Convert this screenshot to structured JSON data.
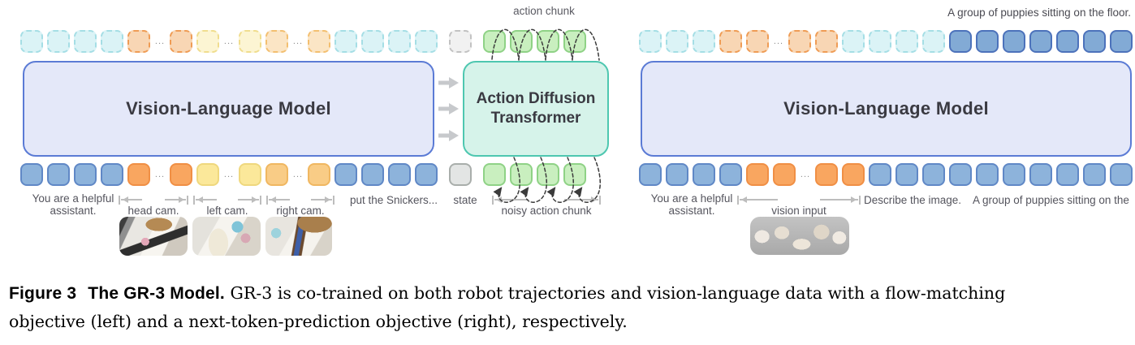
{
  "colors": {
    "vlm_fill": "#E4E8F9",
    "vlm_border": "#5B7BD5",
    "adt_fill": "#D6F3EA",
    "adt_border": "#4EC7B0",
    "token_blue": "#8DB3DB",
    "token_blue_pred": "#82AAD5",
    "token_orange": "#F9A660",
    "token_yellow": "#FBE89A",
    "token_peach": "#F9CC86",
    "token_green": "#C9EFBF",
    "token_gray": "#E3E5E4",
    "arrow_gray": "#C7C9CC",
    "loop_dash": "#3B3B3B"
  },
  "left": {
    "vlm_label": "Vision-Language Model",
    "top_tokens": [
      "c-d",
      "c-d",
      "c-d",
      "c-d",
      "o-d",
      "dots",
      "o-d",
      "y-d",
      "dots",
      "y-d",
      "p-d",
      "dots",
      "p-d",
      "c-d",
      "c-d",
      "c-d",
      "c-d"
    ],
    "bottom_tokens": [
      "b",
      "b",
      "b",
      "b",
      "o",
      "dots",
      "o",
      "y",
      "dots",
      "y",
      "p",
      "dots",
      "p",
      "b",
      "b",
      "b",
      "b"
    ],
    "labels": {
      "assistant": "You are a helpful assistant.",
      "head_cam": "head cam.",
      "left_cam": "left cam.",
      "right_cam": "right cam.",
      "instruction": "put the Snickers..."
    }
  },
  "middle": {
    "action_chunk": "action chunk",
    "adt_label": "Action Diffusion Transformer",
    "state": "state",
    "noisy_chunk": "noisy action chunk",
    "top_tokens": [
      "gr-d",
      "g",
      "g",
      "g",
      "g"
    ],
    "bottom_tokens": [
      "gr",
      "g",
      "g",
      "g",
      "g"
    ]
  },
  "right": {
    "vlm_label": "Vision-Language Model",
    "output_text": "A group of puppies sitting on the floor.",
    "top_tokens": [
      "c-d",
      "c-d",
      "c-d",
      "o-d",
      "o-d",
      "dots",
      "o-d",
      "o-d",
      "c-d",
      "c-d",
      "c-d",
      "c-d",
      "b2",
      "b2",
      "b2",
      "b2",
      "b2",
      "b2",
      "b2"
    ],
    "bottom_tokens": [
      "b",
      "b",
      "b",
      "b",
      "o",
      "o",
      "dots",
      "o",
      "o",
      "b",
      "b",
      "b",
      "b",
      "b",
      "b",
      "b",
      "b",
      "b",
      "b"
    ],
    "labels": {
      "assistant": "You are a helpful assistant.",
      "vision_input": "vision input",
      "describe": "Describe the image.",
      "partial_output": "A group of puppies sitting on the"
    }
  },
  "caption": {
    "figure_label": "Figure 3",
    "title": "The GR-3 Model.",
    "line1": "GR-3 is co-trained on both robot trajectories and vision-language data with a flow-matching",
    "line2": "objective (left) and a next-token-prediction objective (right), respectively."
  }
}
